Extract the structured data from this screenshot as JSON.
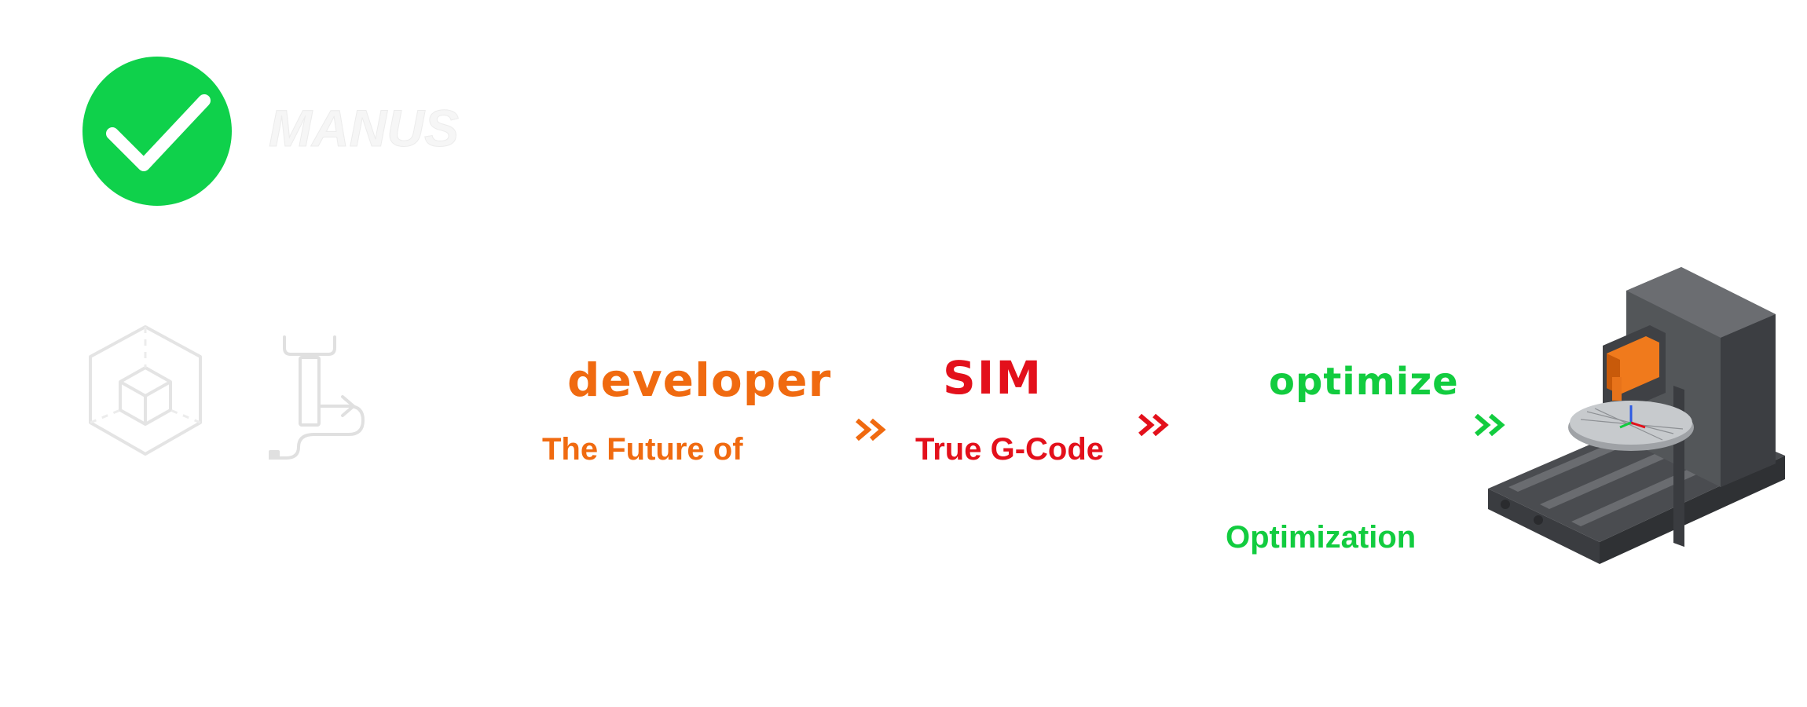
{
  "header": {
    "check_icon": "check-circle-icon",
    "logo_text": "MANUS"
  },
  "icons": {
    "cube": "cube-3d-icon",
    "toolpath": "spindle-toolpath-icon"
  },
  "flow": {
    "step1": {
      "brand": "developer",
      "tagline": "The Future of"
    },
    "step2": {
      "brand": "SIM",
      "tagline": "True G-Code"
    },
    "step3": {
      "brand": "optimize",
      "tagline": "Optimization"
    },
    "arrow_icon": "double-chevron-right-icon",
    "machine_image": "cnc-machine-illustration"
  },
  "colors": {
    "check_green": "#0fd14b",
    "orange": "#f06a10",
    "red": "#e3101b",
    "green": "#12cc3f",
    "icon_grey": "#e3e3e3",
    "logo_white": "#f7f7f7"
  }
}
